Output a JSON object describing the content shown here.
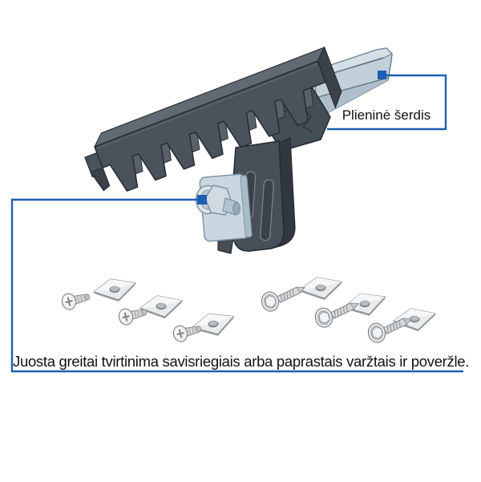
{
  "figure": {
    "type": "technical-illustration",
    "background_color": "#ffffff",
    "accent_color": "#1d5fb2",
    "annotations": {
      "steel_core_label": "Plieninė šerdis",
      "caption": "Juosta greitai tvirtinima savisriegiais arba paprastais varžtais ir poveržle."
    },
    "parts": {
      "toothed_belt": {
        "name": "toothed-belt",
        "color": "#4a525b"
      },
      "steel_core": {
        "name": "steel-core",
        "color": "#c3d0da"
      },
      "bracket_plate": {
        "name": "mounting-bracket-plate",
        "color": "#cbd7e0"
      },
      "hex_bolt": {
        "name": "hex-bolt",
        "color": "#cfdae2"
      },
      "machine_screws": {
        "count": 3,
        "color": "#e9ebec"
      },
      "self_drilling_screws": {
        "count": 3,
        "color": "#e9ebec"
      },
      "square_washers": {
        "count": 6,
        "color": "#e9ebec"
      }
    }
  }
}
